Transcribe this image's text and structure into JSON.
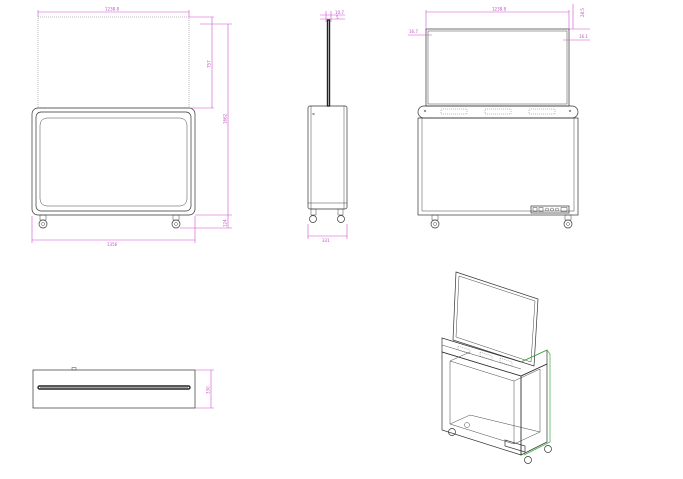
{
  "front_view": {
    "screen_width_label": "1238.8",
    "screen_height_label": "757",
    "total_height_label": "1662",
    "base_height_label": "124",
    "cabinet_width_label": "1356"
  },
  "side_view": {
    "top_label": "10.7",
    "top_sub_label": "5",
    "depth_label": "331"
  },
  "back_view": {
    "screen_width_label": "1238.8",
    "top_offset_label": "28.5",
    "left_offset_label": "16.7",
    "right_offset_label": "16.1"
  },
  "top_view": {
    "depth_label": "330"
  },
  "colors": {
    "dimension": "#c24fc2",
    "accent_edge": "#3cb043",
    "outline": "#333333"
  }
}
